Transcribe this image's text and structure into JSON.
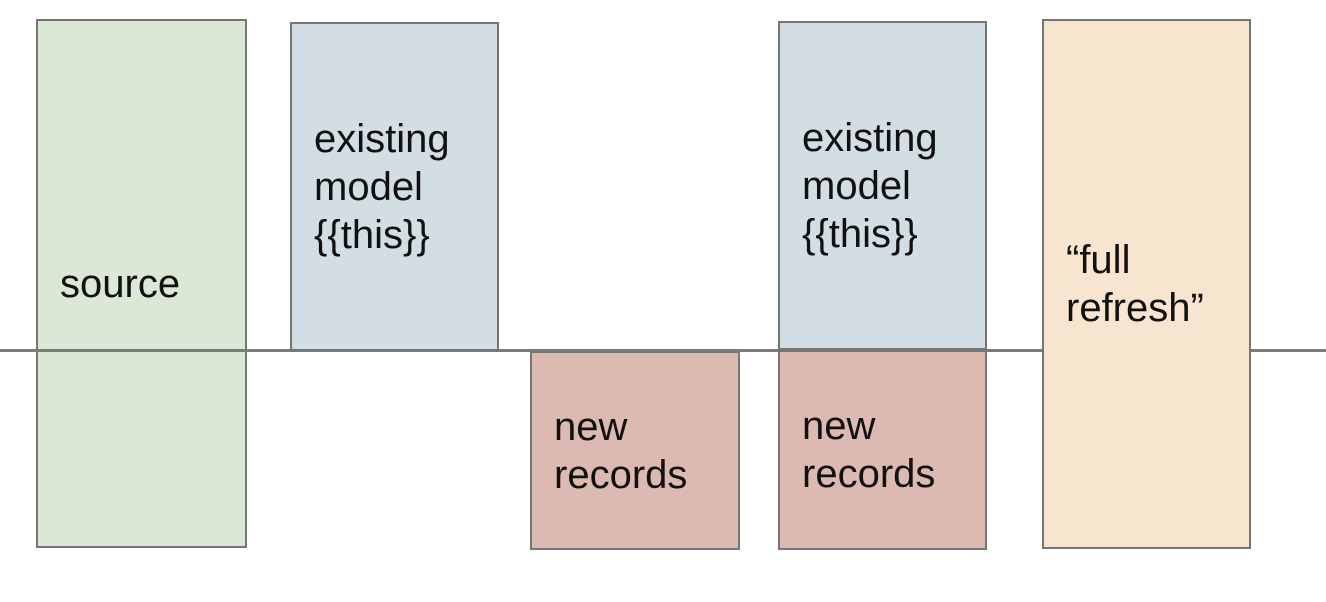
{
  "diagram": {
    "description": "Incremental model diagram: source vs existing model {{this}}, new records, and full refresh",
    "background": "#ffffff",
    "border_color": "#757575",
    "divider_line_color": "#7b7b7b",
    "text_color": "#111111",
    "boxes": [
      {
        "id": "source",
        "label": "source",
        "fill": "#dce8d6"
      },
      {
        "id": "existing-model-1",
        "label": "existing\nmodel\n{{this}}",
        "fill": "#d3dee4"
      },
      {
        "id": "new-records-1",
        "label": "new\nrecords",
        "fill": "#ddbab1"
      },
      {
        "id": "existing-model-2",
        "label": "existing\nmodel\n{{this}}",
        "fill": "#d3dee4"
      },
      {
        "id": "new-records-2",
        "label": "new\nrecords",
        "fill": "#ddbab1"
      },
      {
        "id": "full-refresh",
        "label": "“full\nrefresh”",
        "fill": "#f8e5d0"
      }
    ]
  }
}
